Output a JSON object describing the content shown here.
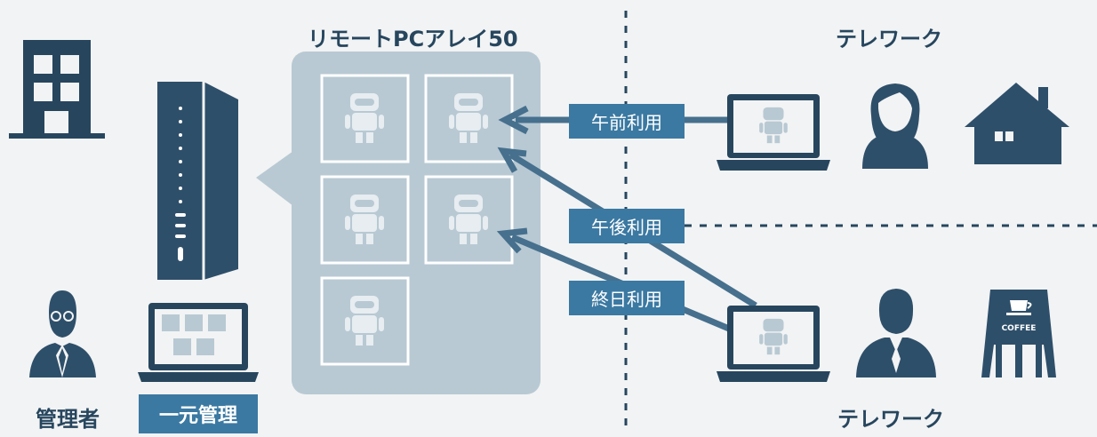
{
  "colors": {
    "background": "#f2f3f4",
    "navy": "#27465e",
    "dark_icon": "#2e4f6a",
    "panel": "#b8c9d3",
    "badge": "#3b79a2",
    "robot": "#e7edf1"
  },
  "labels": {
    "array_title": "リモートPCアレイ50",
    "telework_top": "テレワーク",
    "telework_bottom": "テレワーク",
    "admin": "管理者",
    "unified_mgmt": "一元管理",
    "usage_morning": "午前利用",
    "usage_afternoon": "午後利用",
    "usage_allday": "終日利用",
    "cafe_sign": "COFFEE"
  },
  "icons": {
    "office": "office-building-icon",
    "server": "server-tower-icon",
    "robot": "robot-icon",
    "admin_person": "admin-person-icon",
    "laptop": "laptop-icon",
    "woman": "woman-user-icon",
    "man": "businessman-user-icon",
    "house": "house-icon",
    "cafe": "coffee-sign-icon"
  }
}
